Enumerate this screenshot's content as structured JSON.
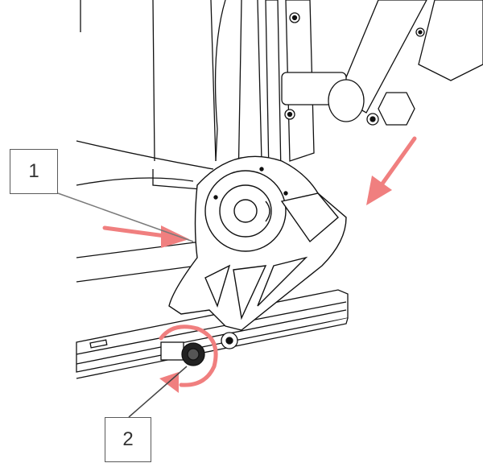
{
  "callouts": [
    {
      "label": "1"
    },
    {
      "label": "2"
    }
  ],
  "colors": {
    "arrow": "#f07f7f",
    "line": "#111111",
    "leader": "#7a7a7a",
    "fill": "#ffffff"
  },
  "icons": [
    "direction-arrow",
    "rotate-arrow"
  ]
}
